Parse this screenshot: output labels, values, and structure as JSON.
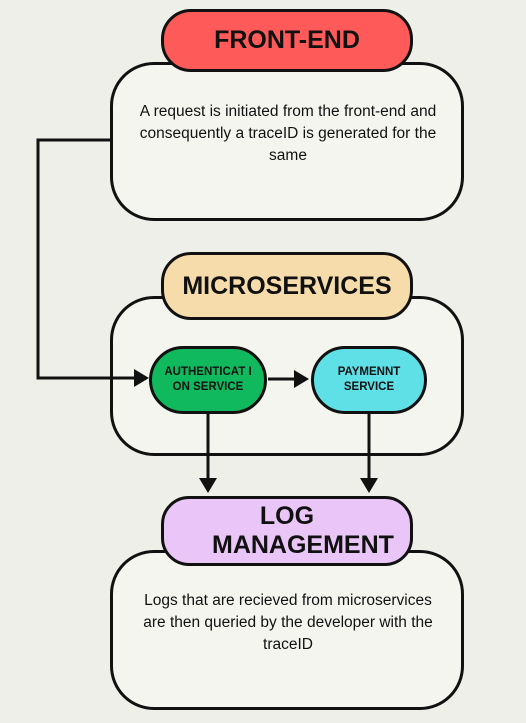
{
  "frontend": {
    "title": "FRONT-END",
    "description": "A request is initiated from the front-end and consequently a traceID is generated for the same"
  },
  "microservices": {
    "title": "MICROSERVICES",
    "services": [
      {
        "label": "AUTHENTICAT ION SERVICE",
        "color": "#10b85e"
      },
      {
        "label": "PAYMENNT SERVICE",
        "color": "#5fe0e6"
      }
    ]
  },
  "log_management": {
    "title": "LOG MANAGEMENT",
    "description": "Logs that are recieved from microservices are then queried by the developer with the traceID"
  },
  "colors": {
    "frontend_pill": "#ff5a5a",
    "microservices_pill": "#f6dcab",
    "log_pill": "#e9c6f7"
  }
}
